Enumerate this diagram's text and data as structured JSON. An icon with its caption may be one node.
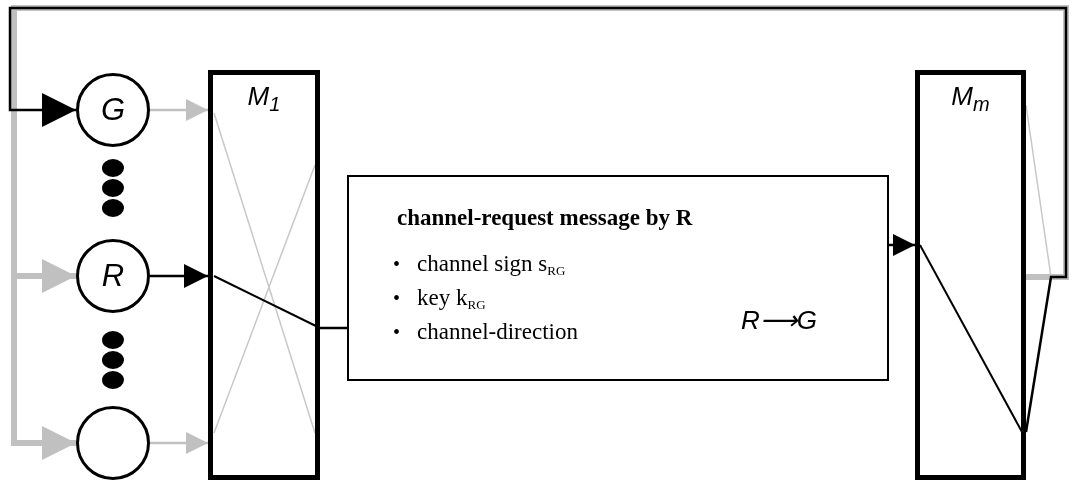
{
  "diagram": {
    "nodes": [
      {
        "text": [
          "G"
        ]
      },
      {
        "text": [
          "R"
        ]
      },
      {
        "text": [],
        "shape": "circle"
      },
      {
        "text": [
          "M$_{1}$"
        ]
      },
      {
        "text": [
          "channel-request message by R",
          "channel sign s$_{RG}$",
          "key k$_{RG}$",
          "channel-direction",
          "R⟶G"
        ]
      },
      {
        "text": [
          "M$_{m}$"
        ]
      }
    ],
    "edges": [
      {
        "from": 0,
        "to": 3,
        "arrow": "to",
        "color": "#c0c0c0"
      },
      {
        "from": 1,
        "to": 3,
        "arrow": "to",
        "color": "#000000"
      },
      {
        "from": 2,
        "to": 3,
        "arrow": "to",
        "color": "#c0c0c0"
      },
      {
        "from": 3,
        "to": 4,
        "arrow": "none",
        "color": "#000000"
      },
      {
        "from": 4,
        "to": 5,
        "arrow": "to",
        "color": "#000000"
      },
      {
        "from": 5,
        "to": 1,
        "arrow": "to",
        "style": "thick",
        "color": "#c0c0c0"
      },
      {
        "from": 5,
        "to": 2,
        "arrow": "to",
        "style": "thick",
        "color": "#c0c0c0"
      },
      {
        "from": 5,
        "to": 0,
        "arrow": "to",
        "color": "#000000"
      }
    ],
    "labels": [
      "•",
      "•",
      "•"
    ]
  }
}
